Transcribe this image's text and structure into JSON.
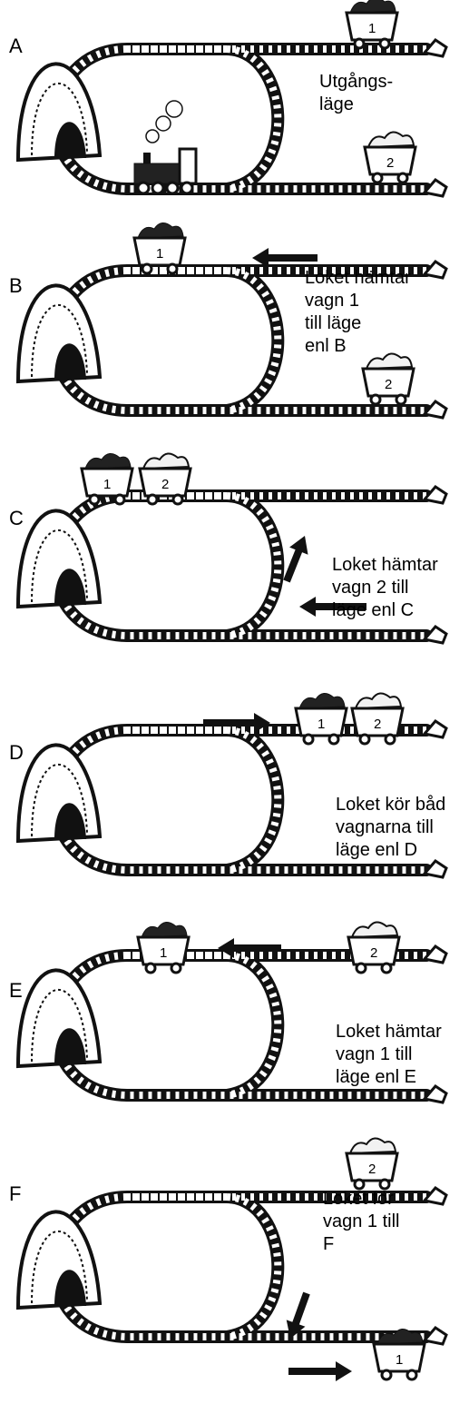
{
  "panels": [
    {
      "letter": "A",
      "caption": "Utgångs-\nläge"
    },
    {
      "letter": "B",
      "caption": "Loket hämtar\nvagn 1\ntill läge\nenl B"
    },
    {
      "letter": "C",
      "caption": "Loket hämtar\nvagn 2 till\nläge enl C"
    },
    {
      "letter": "D",
      "caption": "Loket kör båd\nvagnarna till\nläge enl D"
    },
    {
      "letter": "E",
      "caption": "Loket hämtar\nvagn 1 till\nläge enl E"
    },
    {
      "letter": "F",
      "caption": "Loket för\nvagn 1 till\nF"
    }
  ],
  "wagon_labels": {
    "one": "1",
    "two": "2"
  }
}
